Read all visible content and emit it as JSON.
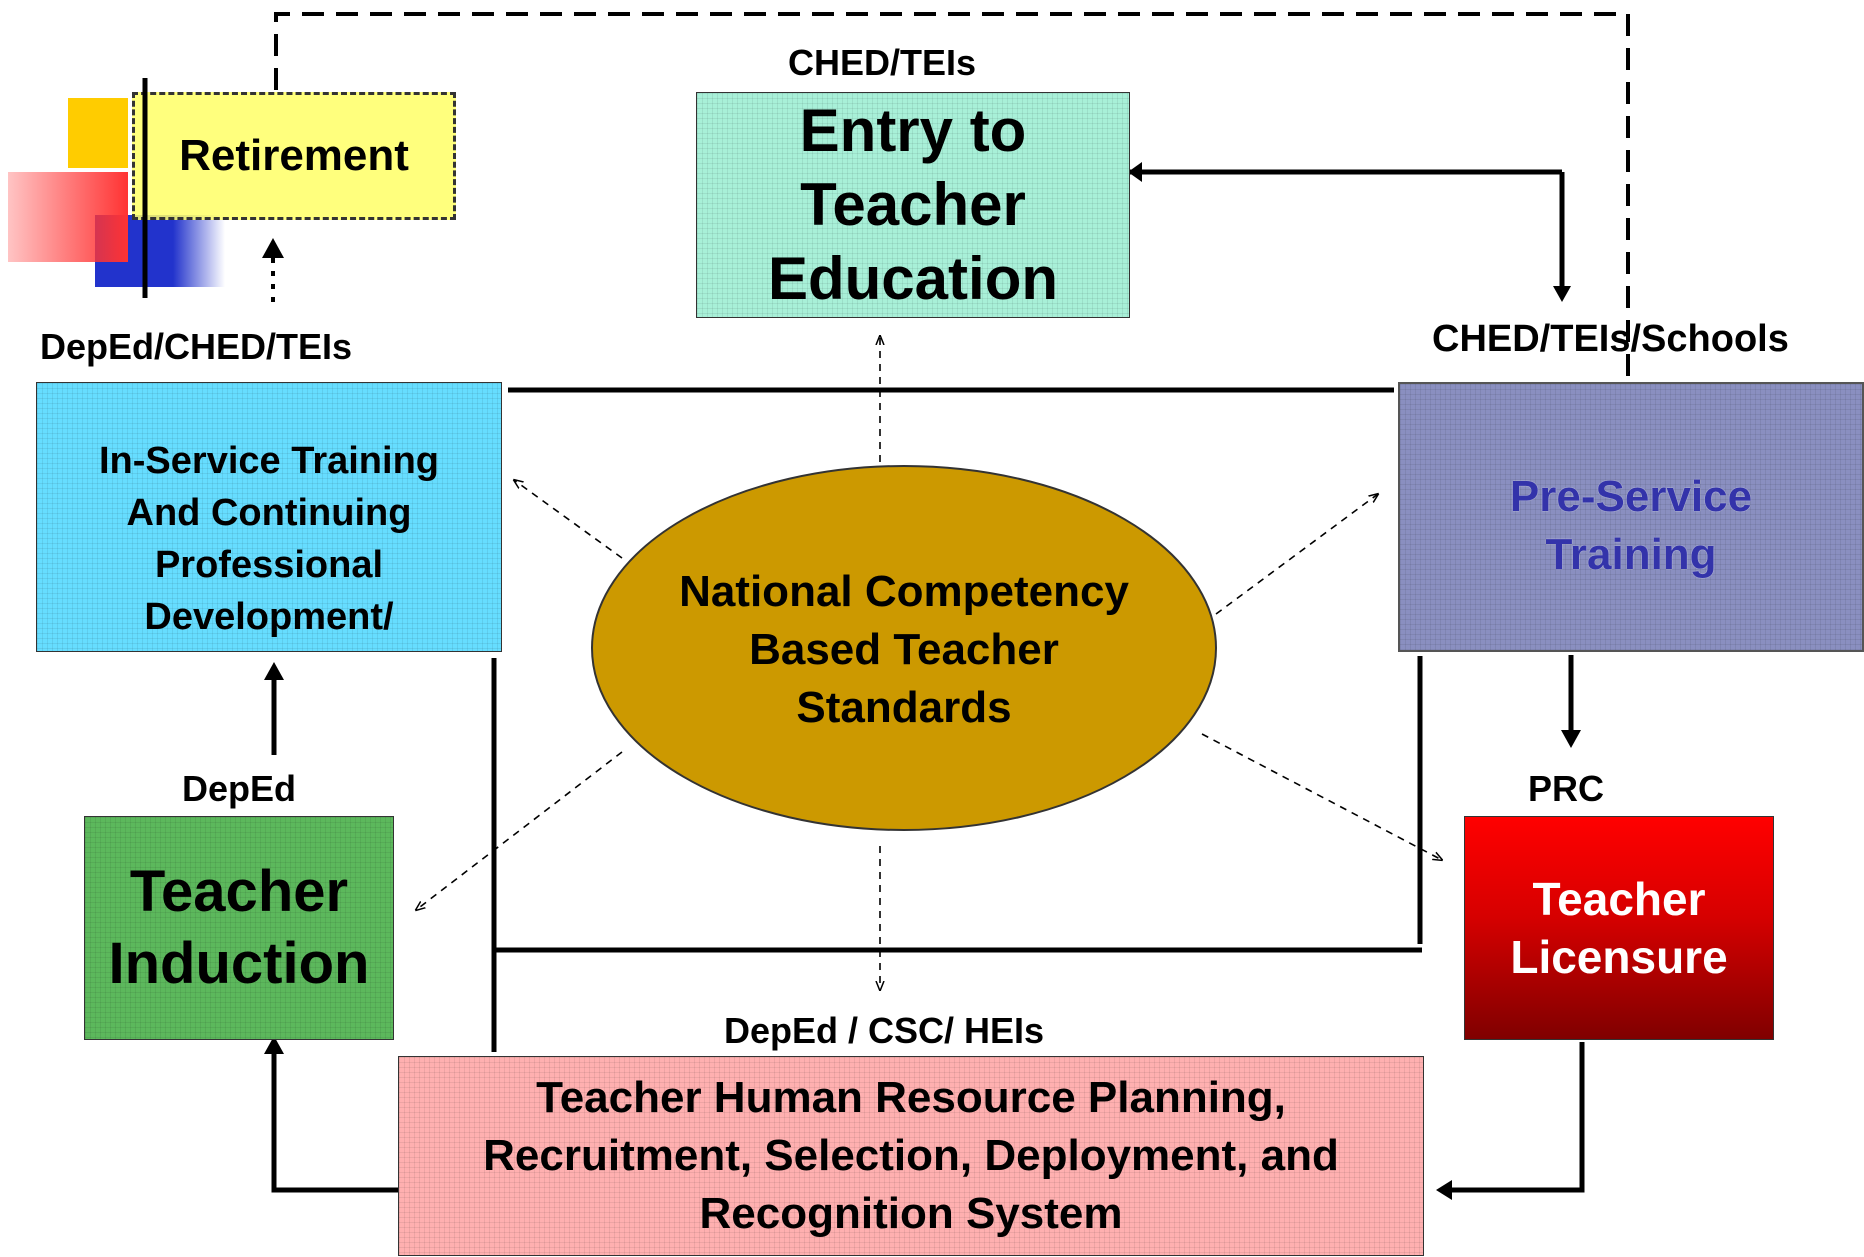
{
  "labels": {
    "entry": "CHED/TEIs",
    "inservice": "DepEd/CHED/TEIs",
    "preservice": "CHED/TEIs/Schools",
    "induction": "DepEd",
    "licensure": "PRC",
    "hr": "DepEd / CSC/ HEIs"
  },
  "boxes": {
    "retirement": "Retirement",
    "entry": "Entry to Teacher Education",
    "inservice": "In-Service Training And Continuing Professional Development/",
    "preservice": "Pre-Service Training",
    "induction": "Teacher Induction",
    "licensure": "Teacher Licensure",
    "hr": "Teacher Human Resource Planning, Recruitment, Selection, Deployment, and Recognition System",
    "center": "National Competency Based Teacher Standards"
  },
  "colors": {
    "retirement": "#ffff66",
    "entry": "#a8f0d8",
    "inservice": "#66ddff",
    "preservice": "#8a8fc0",
    "preservice_text": "#3333aa",
    "induction": "#5cb85c",
    "licensure_top": "#ff0000",
    "licensure_bottom": "#800000",
    "hr": "#ffb0b0",
    "center": "#cc9900"
  }
}
